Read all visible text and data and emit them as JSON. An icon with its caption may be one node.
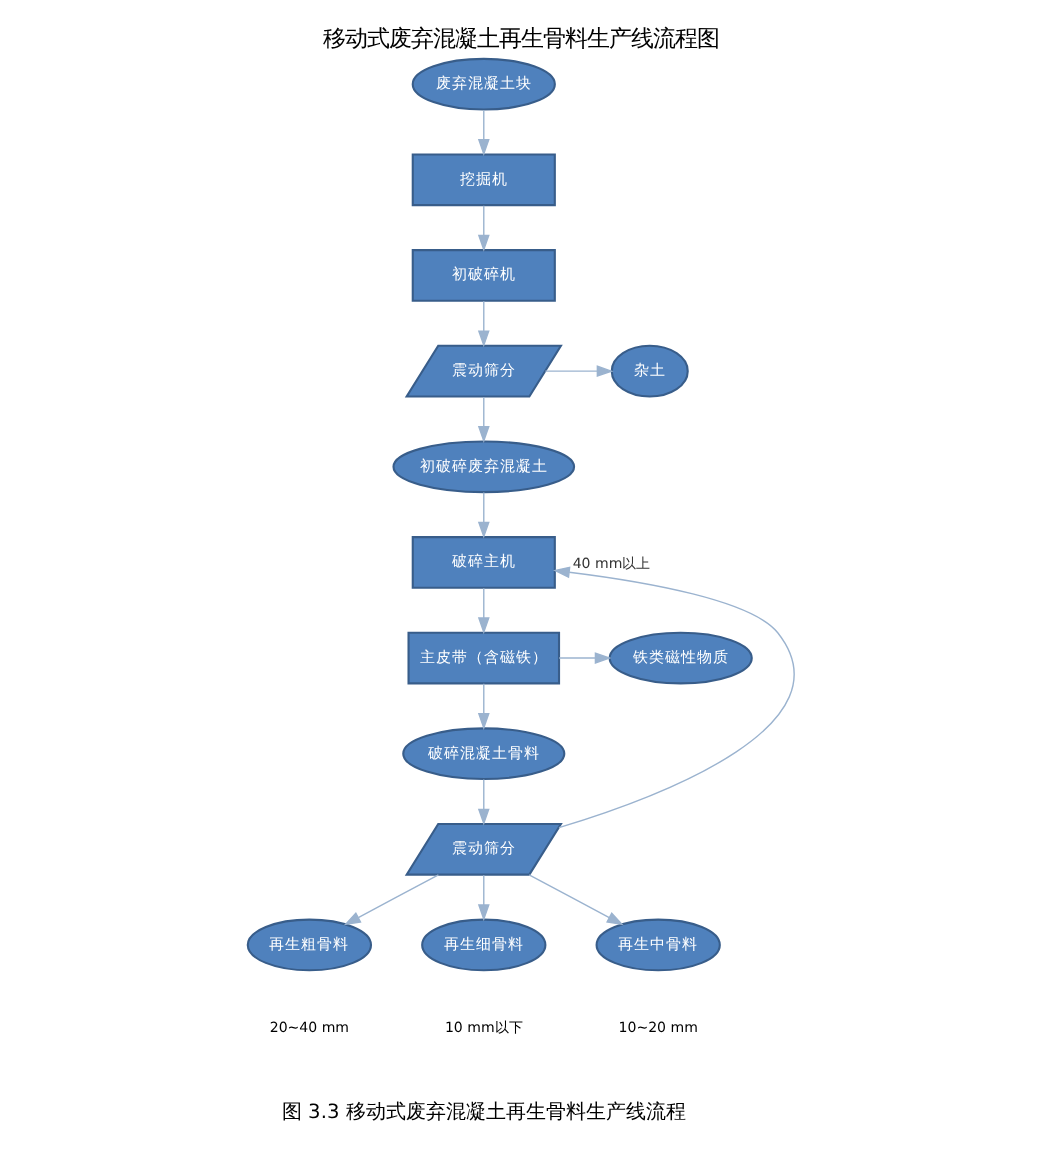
{
  "diagram": {
    "title": "移动式废弃混凝土再生骨料生产线流程图",
    "caption": "图 3.3 移动式废弃混凝土再生骨料生产线流程",
    "nodes": [
      {
        "text": [
          "废弃混凝土块"
        ]
      },
      {
        "text": [
          "挖掘机"
        ]
      },
      {
        "text": [
          "初破碎机"
        ]
      },
      {
        "text": [
          "初破碎废弃混凝土"
        ]
      },
      {
        "text": [
          "震动筛分"
        ]
      },
      {
        "text": [
          "杂土"
        ]
      },
      {
        "text": [
          "破碎主机"
        ]
      },
      {
        "text": [
          "主皮带（含磁铁）"
        ]
      },
      {
        "text": [
          "铁类磁性物质"
        ]
      },
      {
        "text": [
          "破碎混凝土骨料"
        ]
      },
      {
        "text": [
          "震动筛分"
        ]
      },
      {
        "text": [
          "再生粗骨料"
        ],
        "beside": [
          "20~40 mm"
        ]
      },
      {
        "text": [
          "再生细骨料"
        ],
        "beside": [
          "10 mm以下"
        ]
      },
      {
        "text": [
          "再生中骨料"
        ],
        "beside": [
          "10~20 mm"
        ]
      }
    ],
    "edges": [
      {
        "from": 0,
        "to": 1,
        "arrow": "to"
      },
      {
        "from": 1,
        "to": 2,
        "arrow": "to"
      },
      {
        "from": 2,
        "to": 4,
        "arrow": "to"
      },
      {
        "from": 4,
        "to": 3,
        "arrow": "to"
      },
      {
        "from": 4,
        "to": 5,
        "arrow": "to"
      },
      {
        "from": 3,
        "to": 6,
        "arrow": "to"
      },
      {
        "from": 6,
        "to": 7,
        "arrow": "to"
      },
      {
        "from": 7,
        "to": 8,
        "arrow": "to"
      },
      {
        "from": 7,
        "to": 9,
        "arrow": "to"
      },
      {
        "from": 9,
        "to": 10,
        "arrow": "to"
      },
      {
        "from": 10,
        "to": 11,
        "arrow": "to"
      },
      {
        "from": 10,
        "to": 12,
        "arrow": "to"
      },
      {
        "from": 10,
        "to": 13,
        "arrow": "to"
      },
      {
        "from": 10,
        "to": 6,
        "arrow": "to",
        "label": "40 mm以上"
      }
    ]
  }
}
